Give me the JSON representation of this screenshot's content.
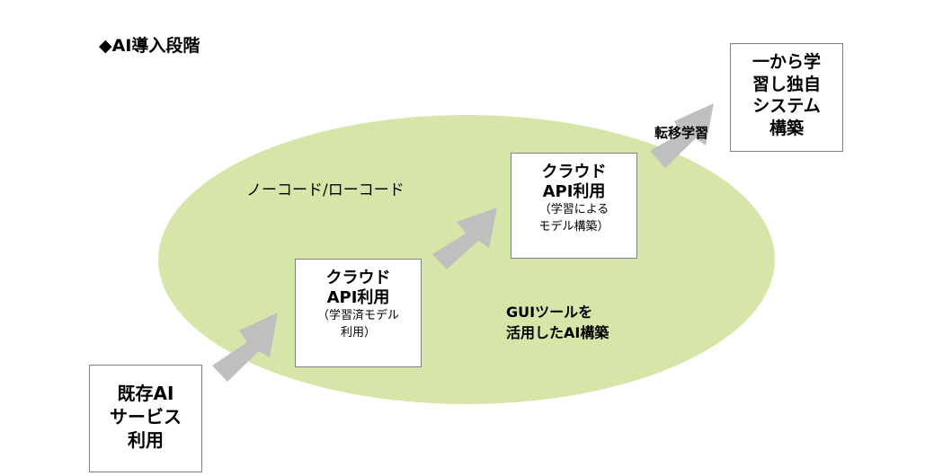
{
  "title": "◆AI導入段階",
  "stages": {
    "existing": {
      "lines": [
        "既存AI",
        "サービス",
        "利用"
      ]
    },
    "cloud_pretrained": {
      "lines": [
        "クラウド",
        "API利用"
      ],
      "sub_lines": [
        "（学習済モデル",
        "利用）"
      ]
    },
    "cloud_custom": {
      "lines": [
        "クラウド",
        "API利用"
      ],
      "sub_lines": [
        "（学習による",
        "モデル構築）"
      ]
    },
    "scratch": {
      "lines": [
        "一から学",
        "習し独自",
        "システム",
        "構築"
      ]
    }
  },
  "labels": {
    "nocode": "ノーコード/ローコード",
    "gui_lines": [
      "GUIツールを",
      "活用したAI構築"
    ],
    "transfer": "転移学習"
  },
  "colors": {
    "ellipse_fill": "#d6e6a8",
    "arrow_fill": "#bfbfbf",
    "box_border": "#7f7f7f"
  },
  "icons": {
    "arrow": "up-right-block-arrow",
    "bullet": "black-diamond"
  }
}
